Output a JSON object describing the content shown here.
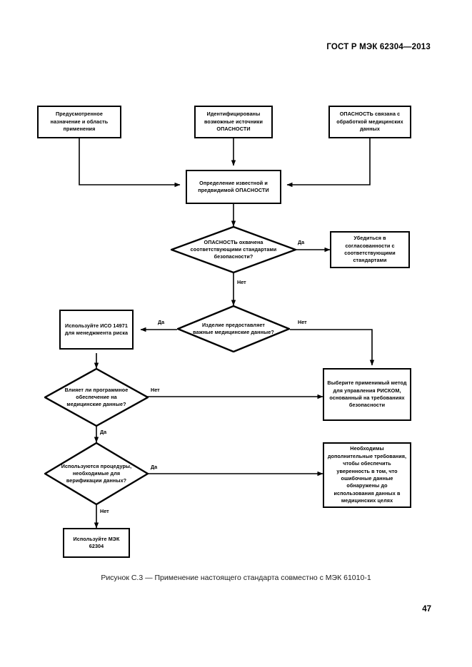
{
  "header": {
    "standard_title": "ГОСТ Р МЭК 62304—2013",
    "page_number": "47"
  },
  "figure": {
    "caption": "Рисунок С.3 — Применение настоящего стандарта совместно с МЭК 61010-1"
  },
  "flowchart": {
    "type": "flowchart",
    "nodes": [
      {
        "id": "intended-use",
        "shape": "rect",
        "text": "Предусмотренное назначение и область применения"
      },
      {
        "id": "hazard-sources",
        "shape": "rect",
        "text": "Идентифицированы возможные источники ОПАСНОСТИ"
      },
      {
        "id": "hazard-medical-data",
        "shape": "rect",
        "text": "ОПАСНОСТЬ связана с обработкой медицинских данных"
      },
      {
        "id": "define-hazard",
        "shape": "rect",
        "text": "Определение известной и предвидимой ОПАСНОСТИ"
      },
      {
        "id": "q-standards",
        "shape": "diamond",
        "text": "ОПАСНОСТЬ охвачена соответствующими стандартами безопасности?"
      },
      {
        "id": "ensure-compliance",
        "shape": "rect",
        "text": "Убедиться в согласованности с соответствующими стандартами"
      },
      {
        "id": "q-medical-data",
        "shape": "diamond",
        "text": "Изделие предоставляет важные медицинские данные?"
      },
      {
        "id": "use-iso-14971",
        "shape": "rect",
        "text": "Используйте ИСО 14971 для менеджмента риска"
      },
      {
        "id": "q-software-affects",
        "shape": "diamond",
        "text": "Влияет ли программное обеспечение на медицинские данные?"
      },
      {
        "id": "select-risk-method",
        "shape": "rect",
        "text": "Выберите применимый метод для управления РИСКОМ, основанный на требованиях безопасности"
      },
      {
        "id": "q-verification",
        "shape": "diamond",
        "text": "Используются процедуры, необходимые для верификации данных?"
      },
      {
        "id": "extra-requirements",
        "shape": "rect",
        "text": "Необходимы дополнительные требования, чтобы обеспечить уверенность в том, что ошибочные данные обнаружены до использования данных в медицинских целях"
      },
      {
        "id": "use-iec-62304",
        "shape": "rect",
        "text": "Используйте МЭК 62304"
      }
    ],
    "edge_labels": {
      "standards_yes": "Да",
      "standards_no": "Нет",
      "medical_data_yes": "Да",
      "medical_data_no": "Нет",
      "software_affects_no": "Нет",
      "software_affects_yes": "Да",
      "verification_yes": "Да",
      "verification_no": "Нет"
    },
    "colors": {
      "line": "#000000",
      "fill": "#ffffff",
      "text": "#000000"
    }
  }
}
